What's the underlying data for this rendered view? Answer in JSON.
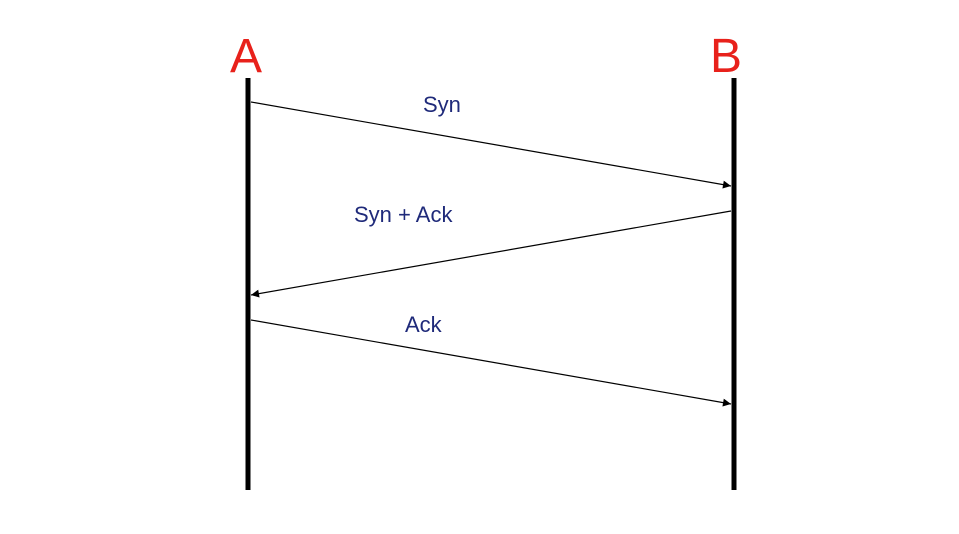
{
  "participants": [
    {
      "id": "A",
      "label": "A"
    },
    {
      "id": "B",
      "label": "B"
    }
  ],
  "messages": [
    {
      "from": "A",
      "to": "B",
      "label": "Syn"
    },
    {
      "from": "B",
      "to": "A",
      "label": "Syn + Ack"
    },
    {
      "from": "A",
      "to": "B",
      "label": "Ack"
    }
  ],
  "colors": {
    "participant_label": "#e8211b",
    "message_label": "#1f2a7a",
    "lines": "#000000"
  }
}
